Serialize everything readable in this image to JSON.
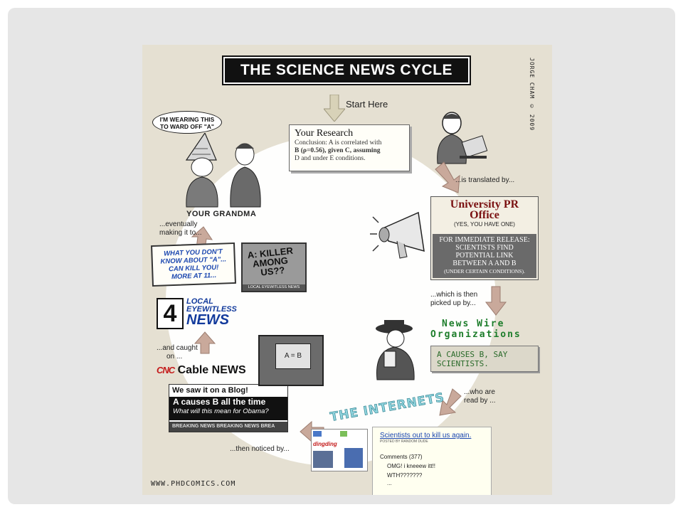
{
  "comic": {
    "title": "THE SCIENCE NEWS CYCLE",
    "credit": "JORGE CHAM © 2009",
    "start_here": "Start Here",
    "research": {
      "heading": "Your Research",
      "line1": "Conclusion: A is correlated with",
      "line2": "B (ρ=0.56), given C, assuming",
      "line3": "D and under E conditions."
    },
    "translated": "...is translated by...",
    "pr_office": {
      "line1": "University PR",
      "line2": "Office",
      "note": "(YES, YOU HAVE ONE)",
      "release1": "FOR IMMEDIATE RELEASE:",
      "release2": "SCIENTISTS FIND",
      "release3": "POTENTIAL LINK",
      "release4": "BETWEEN A AND B",
      "release5": "(UNDER CERTAIN CONDITIONS)."
    },
    "picked_up_1": "...which is then",
    "picked_up_2": "picked up by...",
    "news_wire_1": "News Wire",
    "news_wire_2": "Organizations",
    "wire_headline_1": "A CAUSES B, SAY",
    "wire_headline_2": "SCIENTISTS.",
    "read_by_1": "...who are",
    "read_by_2": "read by ...",
    "internets": "THE INTERNETS",
    "blog": {
      "title": "Scientists out to kill us again.",
      "posted": "POSTED BY RANDOM DUDE",
      "comments": "Comments (377)",
      "c1": "OMG! i kneeew itt!!",
      "c2": "WTH???????",
      "c3": "..."
    },
    "dingding": "dingding",
    "noticed": "...then noticed by...",
    "blog_banner": {
      "saw": "We saw it on a Blog!",
      "headline": "A causes B all the time",
      "sub": "What will this mean for Obama?",
      "breaking": "BREAKING NEWS BREAKING NEWS BREA"
    },
    "cnc_logo": "CNC",
    "cable_news": "Cable NEWS",
    "caught_1": "...and caught",
    "caught_2": "on ...",
    "tv_screen": "A = B",
    "local_4": "4",
    "local_1": "LOCAL",
    "local_2": "EYEWITLESS",
    "local_3": "NEWS",
    "wyd": {
      "l1": "WHAT YOU DON'T",
      "l2": "KNOW ABOUT \"A\"...",
      "l3": "CAN KILL YOU!",
      "l4": "MORE AT 11..."
    },
    "killer_1": "A: KILLER",
    "killer_2": "AMONG",
    "killer_3": "US??",
    "killer_caption": "LOCAL EYEWITLESS NEWS",
    "eventually_1": "...eventually",
    "eventually_2": "making it to...",
    "grandma_bubble_1": "I'M WEARING THIS",
    "grandma_bubble_2": "TO WARD OFF \"A\"",
    "your_grandma": "YOUR GRANDMA",
    "url": "WWW.PHDCOMICS.COM"
  }
}
